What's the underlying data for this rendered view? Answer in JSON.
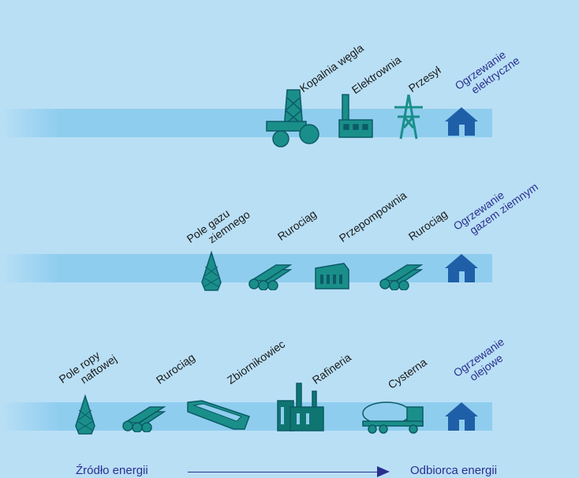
{
  "row1": {
    "coal_mine": "Kopalnia węgla",
    "power_plant": "Elektrownia",
    "transmission": "Przesył",
    "heating_line1": "Ogrzewanie",
    "heating_line2": "elektryczne"
  },
  "row2": {
    "gas_field_line1": "Pole gazu",
    "gas_field_line2": "ziemnego",
    "pipeline1": "Rurociąg",
    "pumping_station": "Przepompownia",
    "pipeline2": "Rurociąg",
    "heating_line1": "Ogrzewanie",
    "heating_line2": "gazem ziemnym"
  },
  "row3": {
    "oil_field_line1": "Pole ropy",
    "oil_field_line2": "naftowej",
    "pipeline": "Rurociąg",
    "tanker": "Zbiornikowiec",
    "refinery": "Rafineria",
    "tank_truck": "Cysterna",
    "heating_line1": "Ogrzewanie",
    "heating_line2": "olejowe"
  },
  "legend": {
    "source": "Źródło energii",
    "consumer": "Odbiorca energii"
  },
  "colors": {
    "background": "#b9dff5",
    "band": "#8fcdef",
    "icon_fill": "#1a8f8a",
    "icon_dark": "#0c5b66",
    "house": "#1e5fa8",
    "text_navy": "#2a2f8f"
  }
}
